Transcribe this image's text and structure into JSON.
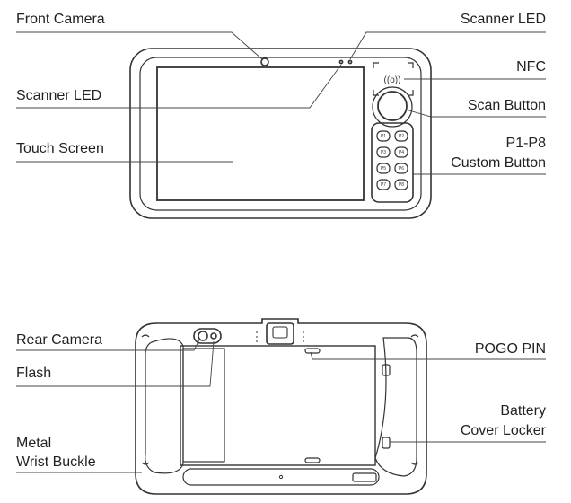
{
  "front_view": {
    "labels": {
      "front_camera": "Front Camera",
      "scanner_led_top": "Scanner LED",
      "scanner_led_left": "Scanner LED",
      "nfc": "NFC",
      "scan_button": "Scan Button",
      "touch_screen": "Touch Screen",
      "custom_button_line1": "P1-P8",
      "custom_button_line2": "Custom Button"
    },
    "nfc_symbol": "((o))",
    "custom_buttons": [
      "P1",
      "P2",
      "P3",
      "P4",
      "P5",
      "P6",
      "P7",
      "P8"
    ]
  },
  "rear_view": {
    "labels": {
      "rear_camera": "Rear Camera",
      "flash": "Flash",
      "metal_wrist_buckle_line1": "Metal",
      "metal_wrist_buckle_line2": "Wrist Buckle",
      "pogo_pin": "POGO PIN",
      "battery_cover_locker_line1": "Battery",
      "battery_cover_locker_line2": "Cover Locker"
    }
  },
  "colors": {
    "stroke": "#333333",
    "text": "#222222",
    "background": "#ffffff"
  }
}
